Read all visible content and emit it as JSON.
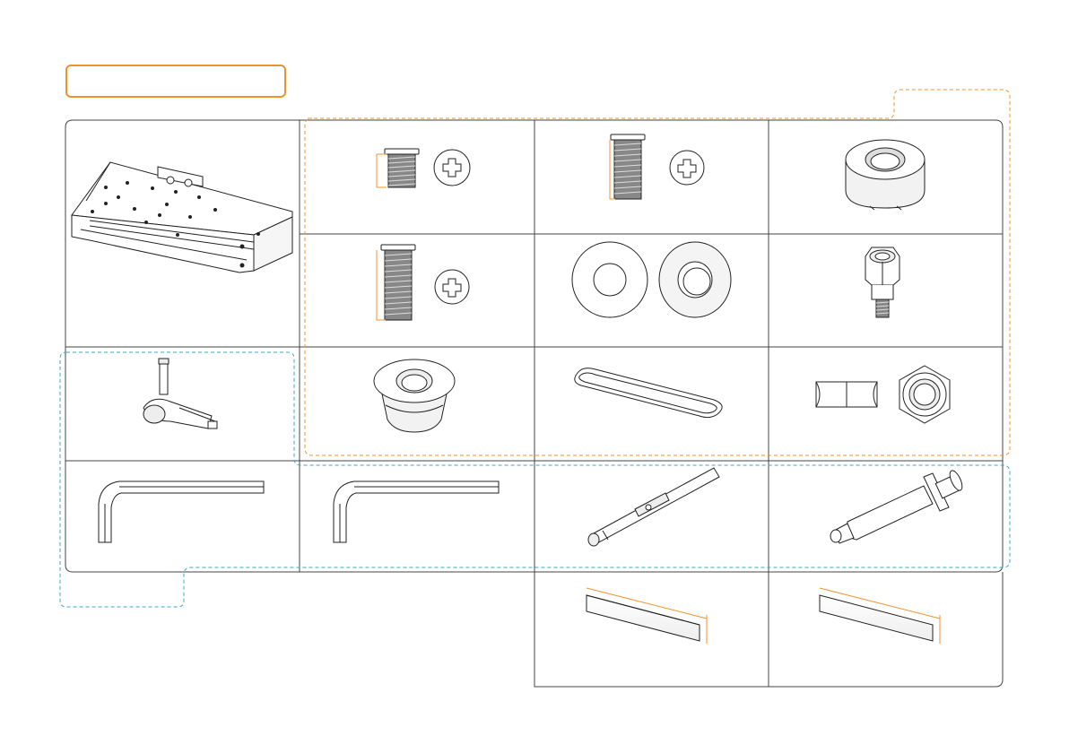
{
  "title": "",
  "colors": {
    "accent_orange": "#f0922b",
    "accent_blue": "#3aa7c9",
    "grid_line": "#444444",
    "drawing": "#222222"
  },
  "parts": [
    {
      "id": "water-block",
      "icon": "gpu-water-block-icon"
    },
    {
      "id": "short-screw",
      "icon": "short-screw-icon"
    },
    {
      "id": "medium-screw",
      "icon": "medium-screw-icon"
    },
    {
      "id": "standoff-ring",
      "icon": "standoff-ring-icon"
    },
    {
      "id": "long-screw",
      "icon": "long-screw-icon"
    },
    {
      "id": "washers",
      "icon": "washer-icon"
    },
    {
      "id": "threaded-standoff",
      "icon": "threaded-standoff-icon"
    },
    {
      "id": "terminal-fitting",
      "icon": "terminal-fitting-icon"
    },
    {
      "id": "plug",
      "icon": "plug-icon"
    },
    {
      "id": "o-ring",
      "icon": "o-ring-icon"
    },
    {
      "id": "hex-nut",
      "icon": "hex-nut-icon"
    },
    {
      "id": "hex-key-1",
      "icon": "hex-key-icon"
    },
    {
      "id": "hex-key-2",
      "icon": "hex-key-icon"
    },
    {
      "id": "screwdriver",
      "icon": "screwdriver-icon"
    },
    {
      "id": "thermal-paste",
      "icon": "thermal-paste-syringe-icon"
    },
    {
      "id": "thermal-pad-1",
      "icon": "thermal-pad-icon"
    },
    {
      "id": "thermal-pad-2",
      "icon": "thermal-pad-icon"
    }
  ]
}
